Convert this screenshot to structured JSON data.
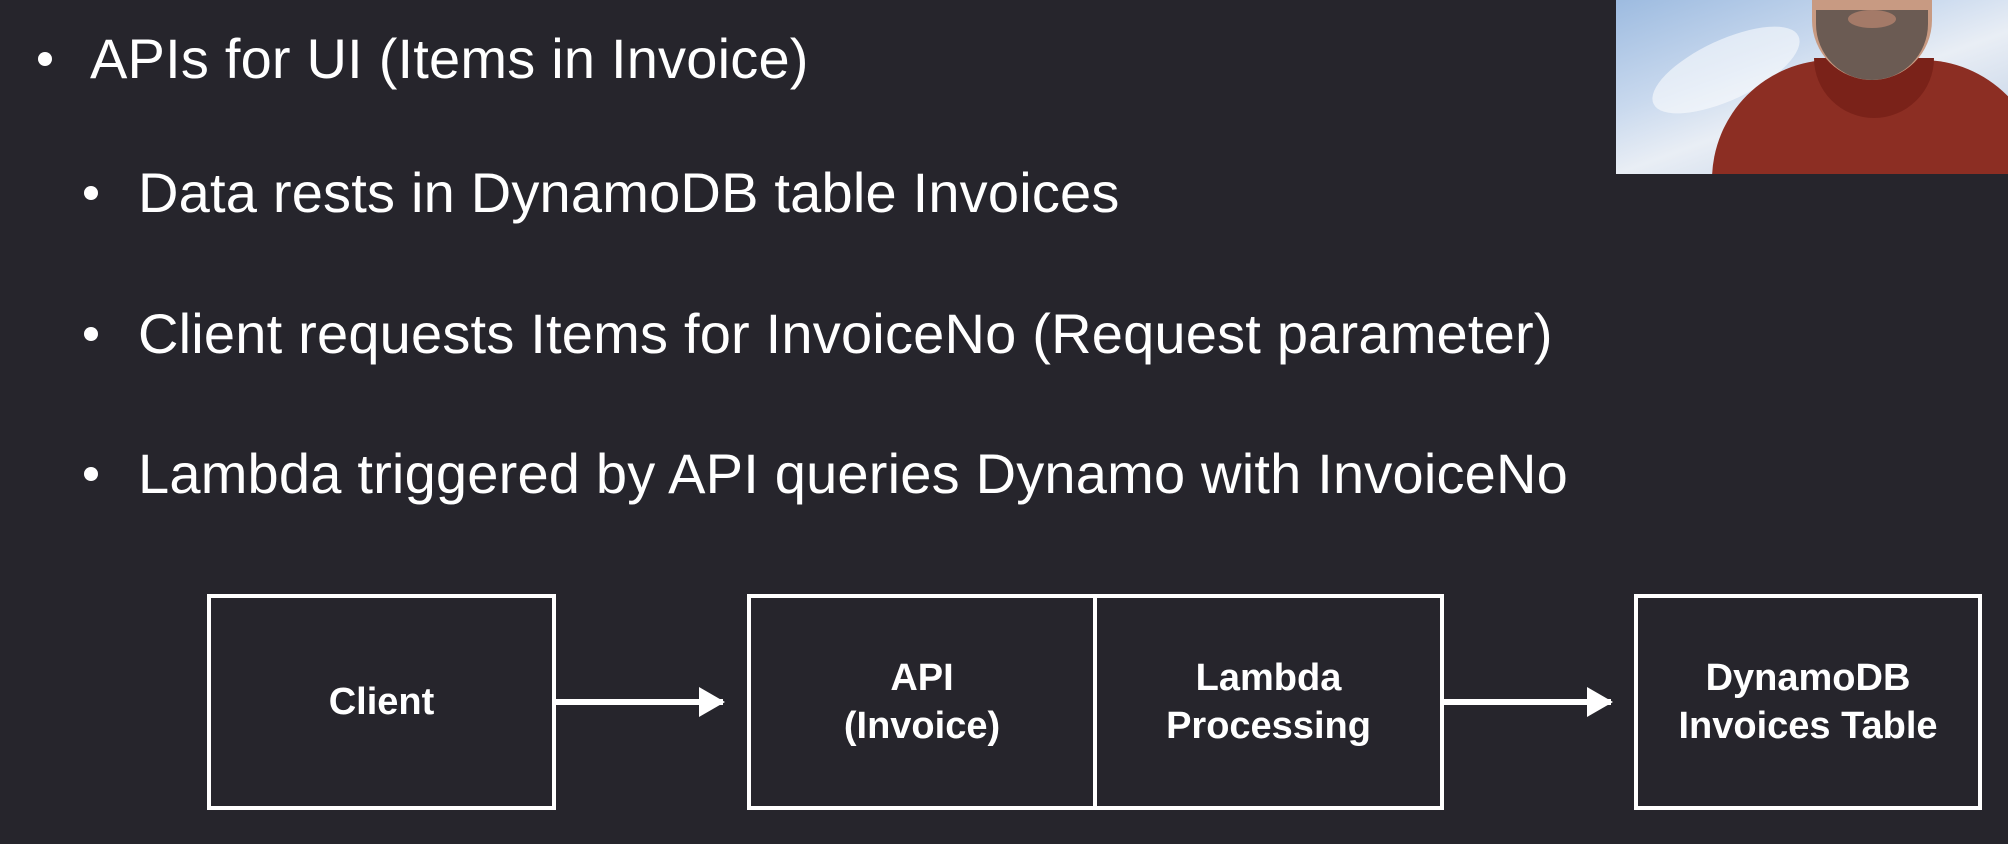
{
  "slide": {
    "bullets": [
      "APIs for UI (Items in Invoice)",
      "Data rests in DynamoDB table Invoices",
      "Client requests Items for InvoiceNo (Request parameter)",
      "Lambda triggered by API queries Dynamo with InvoiceNo"
    ]
  },
  "diagram": {
    "client": [
      "Client"
    ],
    "api": [
      "API",
      "(Invoice)"
    ],
    "lambda": [
      "Lambda",
      "Processing"
    ],
    "dynamo": [
      "DynamoDB",
      "Invoices Table"
    ]
  },
  "colors": {
    "background": "#26252c",
    "foreground": "#ffffff"
  }
}
